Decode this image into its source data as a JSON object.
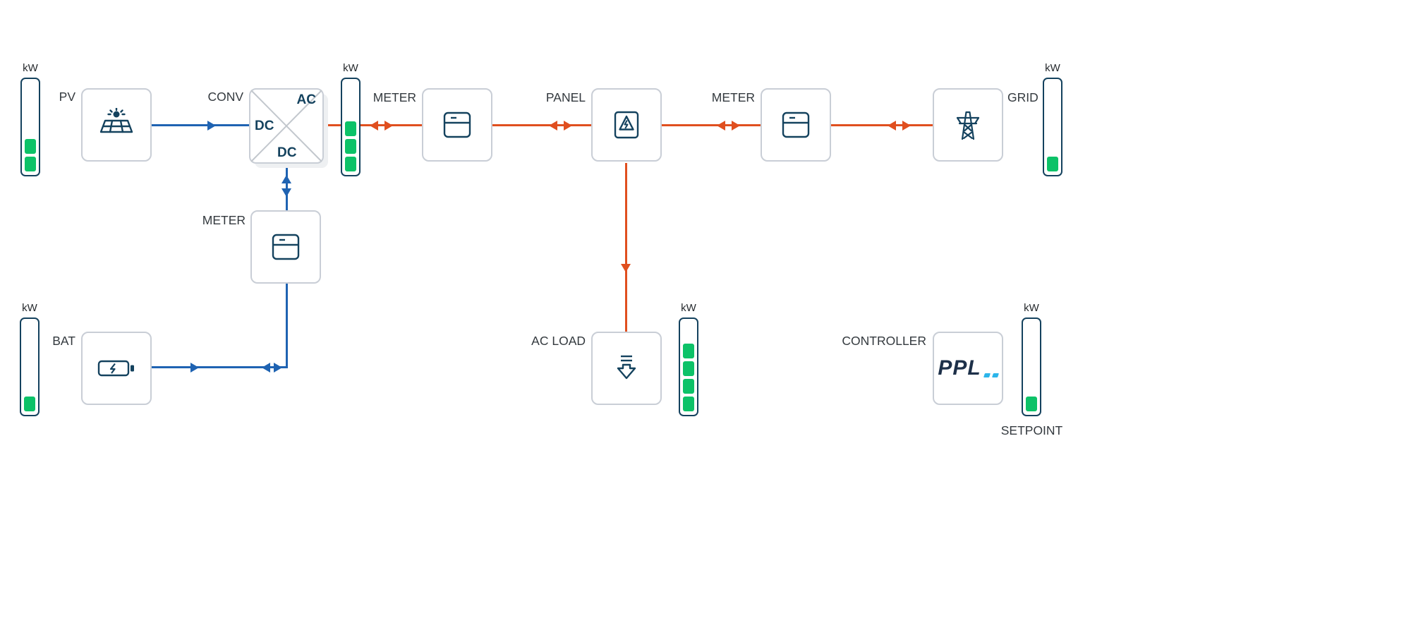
{
  "colors": {
    "dc_flow": "#1f63b2",
    "ac_flow": "#e04f1f",
    "gauge_fill": "#0cc268",
    "icon": "#14425e",
    "node_border": "#c9ced6",
    "text": "#33393e",
    "logo_navy": "#1d3049",
    "logo_cyan": "#2cb5ea"
  },
  "nodes": {
    "pv": {
      "label": "PV"
    },
    "conv": {
      "label": "CONV",
      "ports": {
        "ac": "AC",
        "dc_left": "DC",
        "dc_bottom": "DC"
      }
    },
    "meter_ac_1": {
      "label": "METER"
    },
    "panel": {
      "label": "PANEL"
    },
    "meter_ac_2": {
      "label": "METER"
    },
    "grid": {
      "label": "GRID"
    },
    "meter_dc": {
      "label": "METER"
    },
    "bat": {
      "label": "BAT"
    },
    "ac_load": {
      "label": "AC LOAD"
    },
    "controller": {
      "label": "CONTROLLER",
      "logo": "PPL"
    }
  },
  "gauges": {
    "pv": {
      "unit": "kW",
      "segments": 2
    },
    "conv": {
      "unit": "kW",
      "segments": 3
    },
    "grid": {
      "unit": "kW",
      "segments": 1
    },
    "bat": {
      "unit": "kW",
      "segments": 1
    },
    "ac_load": {
      "unit": "kW",
      "segments": 4
    },
    "setpoint": {
      "unit": "kW",
      "segments": 1,
      "caption": "SETPOINT"
    }
  }
}
